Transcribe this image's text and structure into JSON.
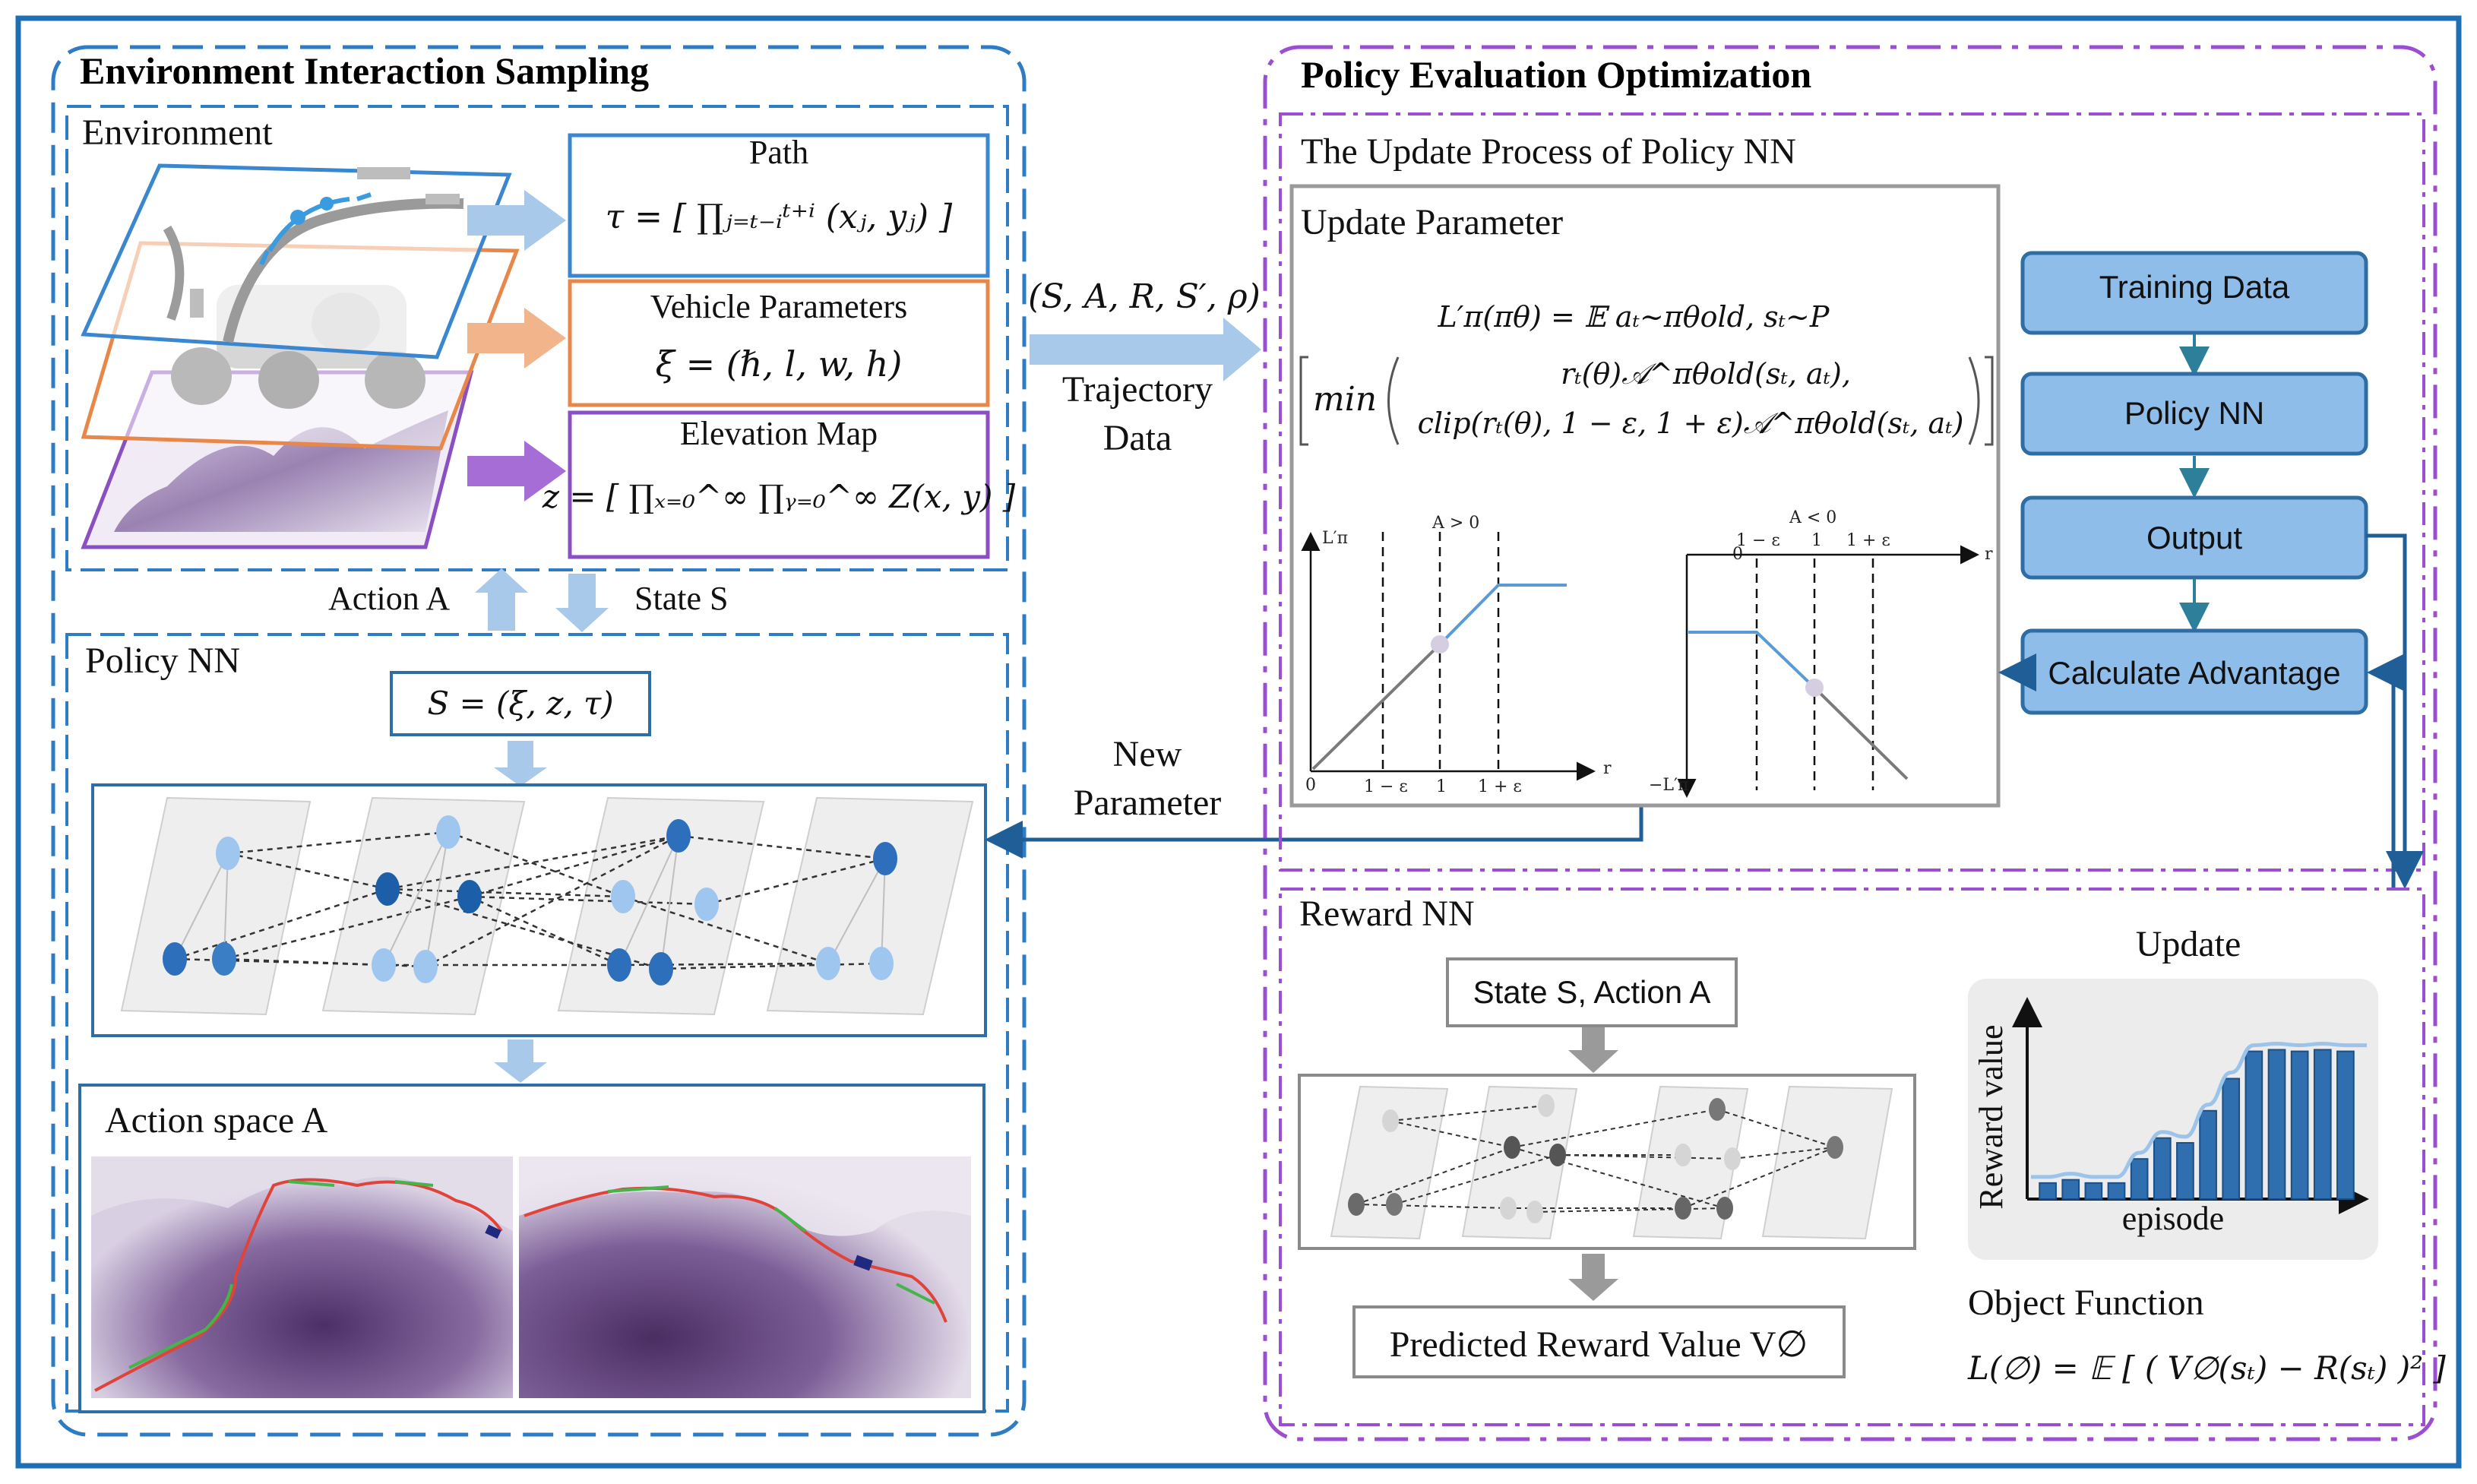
{
  "left_panel": {
    "title": "Environment Interaction Sampling",
    "environment_label": "Environment",
    "path_title": "Path",
    "path_formula": "τ = [ ∏ⱼ₌ₜ₋ᵢᵗ⁺ⁱ (xⱼ, yⱼ) ]",
    "vehicle_title": "Vehicle Parameters",
    "vehicle_formula": "ξ = (ℏ, l, w, h)",
    "elevation_title": "Elevation Map",
    "elevation_formula": "z = [ ∏ₓ₌₀^∞ ∏ᵧ₌₀^∞ Z(x, y) ]",
    "action_label": "Action A",
    "state_label": "State S",
    "policy_label": "Policy NN",
    "state_formula": "S = (ξ, z, τ)",
    "action_space_label": "Action space A"
  },
  "middle": {
    "tuple": "(S, A, R, S′, ρ)",
    "trajectory_line1": "Trajectory",
    "trajectory_line2": "Data",
    "new_param_line1": "New",
    "new_param_line2": "Parameter"
  },
  "right_panel": {
    "title": "Policy Evaluation Optimization",
    "update_process_label": "The Update Process of  Policy NN",
    "update_param_label": "Update Parameter",
    "loss_line1": "L′π(πθ) = 𝔼 aₜ~πθold, sₜ~P",
    "loss_line2": "rₜ(θ)𝒜^πθold(sₜ, aₜ),",
    "loss_line3": "clip(rₜ(θ), 1 − ε, 1 + ε)𝒜^πθold(sₜ, aₜ)",
    "loss_min": "min",
    "plot_left": {
      "condition": "A > 0",
      "ylabel": "L′π",
      "xlabel": "r",
      "origin": "0",
      "ticks": [
        "1 − ε",
        "1",
        "1 + ε"
      ]
    },
    "plot_right": {
      "condition": "A < 0",
      "ylabel": "−L′π",
      "xlabel": "r",
      "origin": "0",
      "ticks": [
        "1 − ε",
        "1",
        "1 + ε"
      ]
    },
    "flow": [
      "Training Data",
      "Policy NN",
      "Output",
      "Calculate Advantage"
    ],
    "reward_label": "Reward NN",
    "reward_input": "State S, Action A",
    "reward_output": "Predicted Reward Value  V∅",
    "update_label": "Update",
    "chart_ylabel": "Reward value",
    "chart_xlabel": "episode",
    "object_function_label": "Object Function",
    "object_function": "L(∅) = 𝔼 [ ( V∅(sₜ) − R(sₜ) )² ]"
  },
  "chart_data": {
    "type": "bar",
    "title": "",
    "xlabel": "episode",
    "ylabel": "Reward value",
    "values": [
      0.1,
      0.12,
      0.1,
      0.1,
      0.25,
      0.38,
      0.35,
      0.55,
      0.75,
      0.92,
      0.93,
      0.92,
      0.93,
      0.92
    ],
    "ylim": [
      0,
      1.15
    ],
    "grid": false
  },
  "colors": {
    "frame": "#1f6fb5",
    "left_dash": "#2e7cc4",
    "right_dash": "#9b4fd0",
    "flow_fill": "#8fbde9",
    "flow_stroke": "#2f6ea5",
    "bar": "#2f6fb0",
    "path_layer": "#3a86cf",
    "vehicle_layer": "#e8874a",
    "elevation_layer": "#8a4fc0"
  }
}
